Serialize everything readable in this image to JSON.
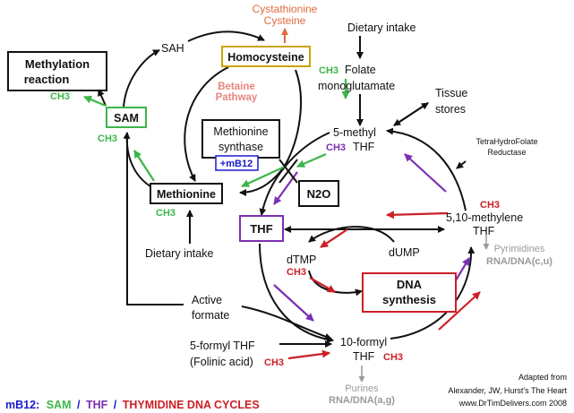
{
  "colors": {
    "black": "#111111",
    "green": "#3bb54a",
    "purple": "#7b2fb4",
    "red": "#cc1f26",
    "salmon": "#e8857f",
    "orange": "#e06a3b",
    "blue": "#1a1acb",
    "gray": "#9a9a9a",
    "olive_box": "#c8a400"
  },
  "nodes": {
    "cystathionine": "Cystathionine",
    "cysteine": "Cysteine",
    "sah": "SAH",
    "homocysteine": "Homocysteine",
    "dietary_intake_top": "Dietary intake",
    "methylation_line1": "Methylation",
    "methylation_line2": "reaction",
    "methylation_ch3": "CH3",
    "betaine_line1": "Betaine",
    "betaine_line2": "Pathway",
    "folate_ch3": "CH3",
    "folate_line1": "Folate",
    "folate_line2": "monoglutamate",
    "tissue_line1": "Tissue",
    "tissue_line2": "stores",
    "sam": "SAM",
    "sam_ch3": "CH3",
    "ms_line1": "Methionine",
    "ms_line2": "synthase",
    "mb12_badge": "+mB12",
    "methyl_thf_line1": "5-methyl",
    "methyl_thf_ch3": "CH3",
    "methyl_thf_line2": "THF",
    "thf_reductase_line1": "TetraHydroFolate",
    "thf_reductase_line2": "Reductase",
    "methionine": "Methionine",
    "methionine_ch3": "CH3",
    "n2o": "N2O",
    "thf": "THF",
    "methylene_ch3": "CH3",
    "methylene_line1": "5,10-methylene",
    "methylene_line2": "THF",
    "dietary_intake_bottom": "Dietary  intake",
    "dtmp": "dTMP",
    "dtmp_ch3": "CH3",
    "dump": "dUMP",
    "pyrimidines_line1": "Pyrimidines",
    "pyrimidines_line2": "RNA/DNA(c,u)",
    "dna_line1": "DNA",
    "dna_line2": "synthesis",
    "active_formate_line1": "Active",
    "active_formate_line2": "formate",
    "formyl5_line1": "5-formyl  THF",
    "formyl5_line2": "(Folinic acid)",
    "formyl5_ch3": "CH3",
    "formyl10_line1": "10-formyl",
    "formyl10_line2": "THF",
    "formyl10_ch3": "CH3",
    "purines_line1": "Purines",
    "purines_line2": "RNA/DNA(a,g)"
  },
  "caption": {
    "part_mb12": "mB12:",
    "part_sam": "SAM",
    "sep1": "/",
    "part_thf": "THF",
    "sep2": "/",
    "part_thymidine": "THYMIDINE DNA CYCLES"
  },
  "credit": {
    "line1": "Adapted from",
    "line2": "Alexander, JW, Hurst's The Heart",
    "line3": "www.DrTimDelivers.com 2008"
  }
}
